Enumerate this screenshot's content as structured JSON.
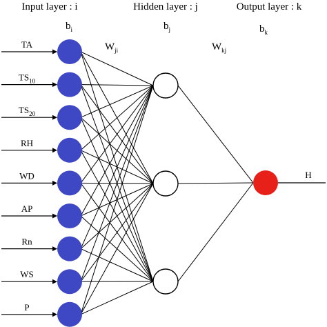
{
  "layers": {
    "input_title": "Input layer : i",
    "hidden_title": "Hidden layer : j",
    "output_title": "Output layer : k"
  },
  "bias": {
    "input": {
      "base": "b",
      "sub": "i"
    },
    "hidden": {
      "base": "b",
      "sub": "j"
    },
    "output": {
      "base": "b",
      "sub": "k"
    }
  },
  "weights": {
    "input_hidden": {
      "base": "W",
      "sub": "ji"
    },
    "hidden_output": {
      "base": "W",
      "sub": "kj"
    }
  },
  "inputs": [
    {
      "base": "TA",
      "sub": ""
    },
    {
      "base": "TS",
      "sub": "10"
    },
    {
      "base": "TS",
      "sub": "20"
    },
    {
      "base": "RH",
      "sub": ""
    },
    {
      "base": "WD",
      "sub": ""
    },
    {
      "base": "AP",
      "sub": ""
    },
    {
      "base": "Rn",
      "sub": ""
    },
    {
      "base": "WS",
      "sub": ""
    },
    {
      "base": "P",
      "sub": ""
    }
  ],
  "hidden_count": 3,
  "output": {
    "label": "H"
  },
  "colors": {
    "input_node": "#3F48C4",
    "hidden_node": "#FFFFFF",
    "output_node": "#E8201A",
    "line": "#000000"
  }
}
